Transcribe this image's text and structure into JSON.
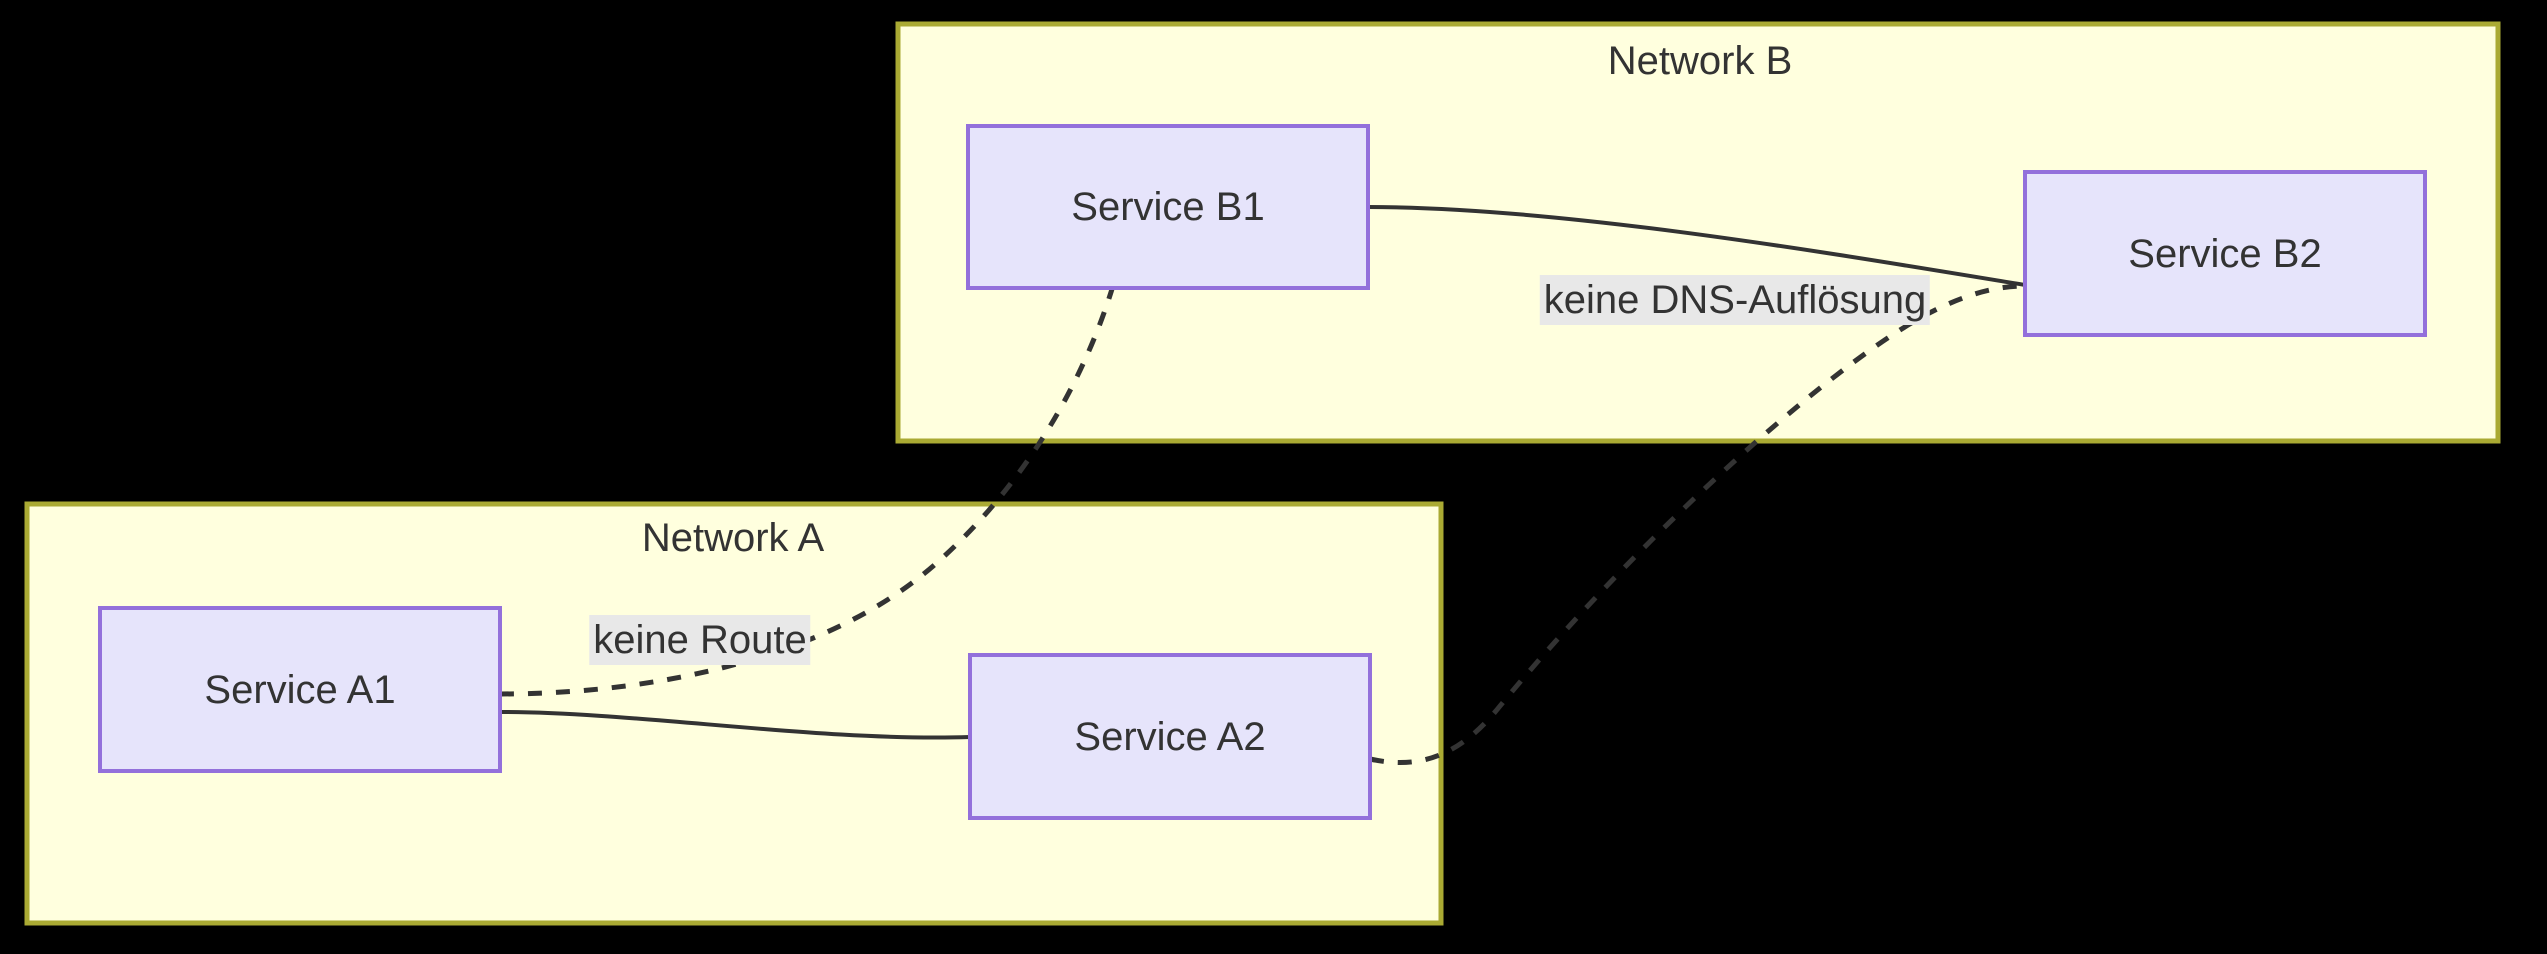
{
  "diagram": {
    "type": "network-topology-flowchart",
    "background_color": "#000000",
    "palette": {
      "cluster_fill": "#ffffde",
      "cluster_stroke": "#aaaa33",
      "node_fill": "#e6e4fb",
      "node_stroke": "#9370db",
      "text": "#333333",
      "edge_stroke": "#333333",
      "edge_label_background": "#e8e8e8"
    },
    "clusters": [
      {
        "id": "network-b",
        "label": "Network B"
      },
      {
        "id": "network-a",
        "label": "Network A"
      }
    ],
    "nodes": [
      {
        "id": "service-b1",
        "label": "Service B1",
        "cluster": "network-b"
      },
      {
        "id": "service-b2",
        "label": "Service B2",
        "cluster": "network-b"
      },
      {
        "id": "service-a1",
        "label": "Service A1",
        "cluster": "network-a"
      },
      {
        "id": "service-a2",
        "label": "Service A2",
        "cluster": "network-a"
      }
    ],
    "edges": [
      {
        "id": "edge-b1-b2",
        "from": "service-b1",
        "to": "service-b2",
        "style": "solid",
        "label": ""
      },
      {
        "id": "edge-a1-a2",
        "from": "service-a1",
        "to": "service-a2",
        "style": "solid",
        "label": ""
      },
      {
        "id": "edge-a1-b1",
        "from": "service-a1",
        "to": "service-b1",
        "style": "dotted",
        "label": "keine Route"
      },
      {
        "id": "edge-a2-b2",
        "from": "service-a2",
        "to": "service-b2",
        "style": "dotted",
        "label": "keine DNS-Auflösung"
      }
    ]
  }
}
